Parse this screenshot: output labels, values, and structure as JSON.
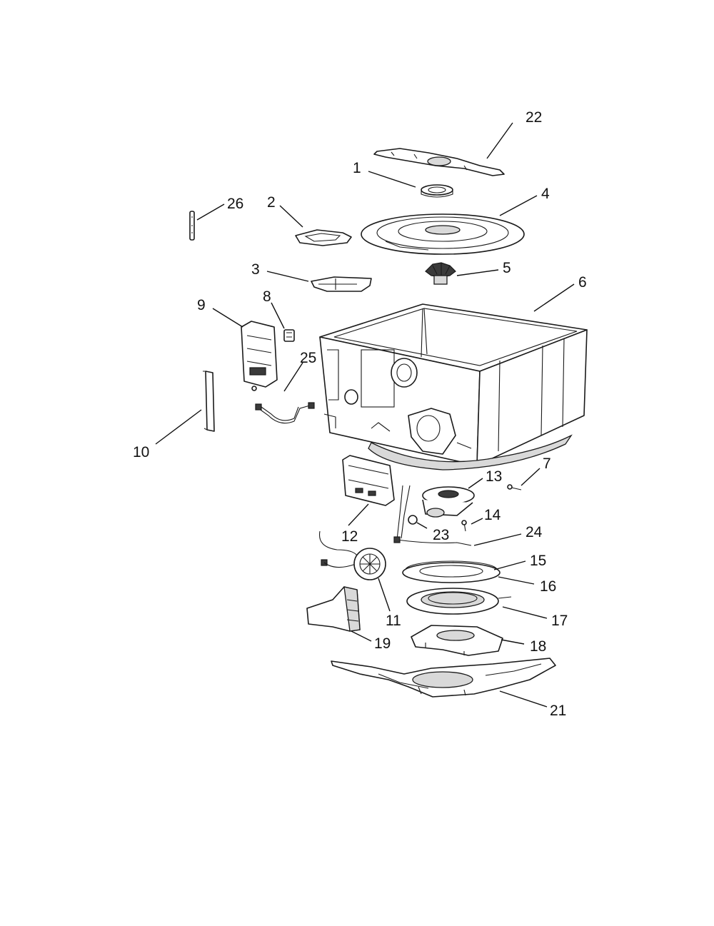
{
  "diagram": {
    "type": "exploded-parts-diagram",
    "callouts": {
      "p1": "1",
      "p2": "2",
      "p3": "3",
      "p4": "4",
      "p5": "5",
      "p6": "6",
      "p7": "7",
      "p8": "8",
      "p9": "9",
      "p10": "10",
      "p11": "11",
      "p12": "12",
      "p13": "13",
      "p14": "14",
      "p15": "15",
      "p16": "16",
      "p17": "17",
      "p18": "18",
      "p19": "19",
      "p21": "21",
      "p22": "22",
      "p23": "23",
      "p24": "24",
      "p25": "25",
      "p26": "26"
    }
  }
}
